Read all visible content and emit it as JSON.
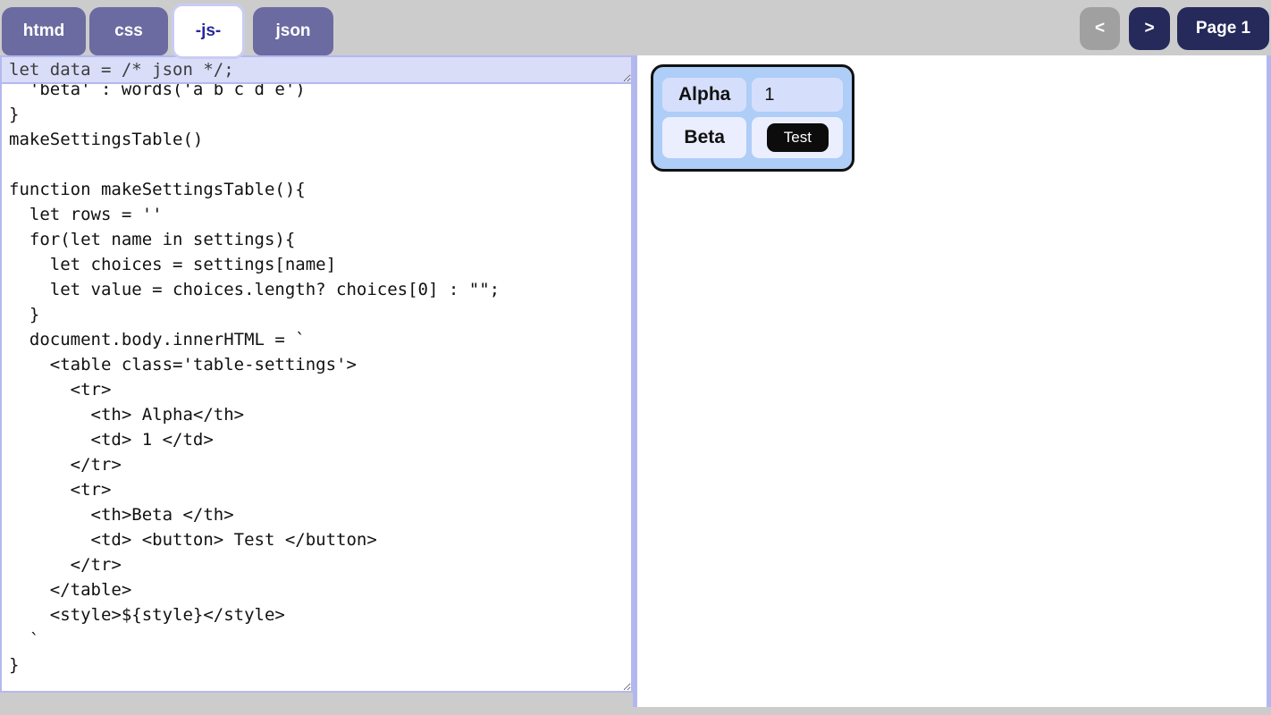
{
  "tabs": [
    {
      "label": "htmd",
      "active": false
    },
    {
      "label": "css",
      "active": false
    },
    {
      "label": "-js-",
      "active": true
    },
    {
      "label": "json",
      "active": false
    }
  ],
  "pager": {
    "prev_label": "<",
    "next_label": ">",
    "page_label": "Page 1"
  },
  "editor": {
    "data_line": "let data = /* json */;",
    "code": "  'beta' : words('a b c d e')\n}\nmakeSettingsTable()\n\nfunction makeSettingsTable(){\n  let rows = ''\n  for(let name in settings){\n    let choices = settings[name]\n    let value = choices.length? choices[0] : \"\";\n  }\n  document.body.innerHTML = `\n    <table class='table-settings'>\n      <tr>\n        <th> Alpha</th>\n        <td> 1 </td>\n      </tr>\n      <tr>\n        <th>Beta </th>\n        <td> <button> Test </button>\n      </tr>\n    </table>\n    <style>${style}</style>\n  `\n}"
  },
  "preview": {
    "rows": [
      {
        "header": "Alpha",
        "value": "1",
        "kind": "text"
      },
      {
        "header": "Beta",
        "value": "Test",
        "kind": "button"
      }
    ]
  },
  "colors": {
    "page_background": "#cccccc",
    "tab": "#6b6ba1",
    "tab_active_text": "#28289a",
    "nav_button": "#252a5b",
    "nav_button_disabled": "#a0a0a0",
    "editor_highlight_line": "#d9ddf8",
    "pane_border": "#b3b9ee",
    "preview_table_bg": "#aecdf7",
    "preview_row1_cell": "#d5dffc",
    "preview_row2_cell": "#ebeefe",
    "test_button": "#0c0c0c"
  }
}
